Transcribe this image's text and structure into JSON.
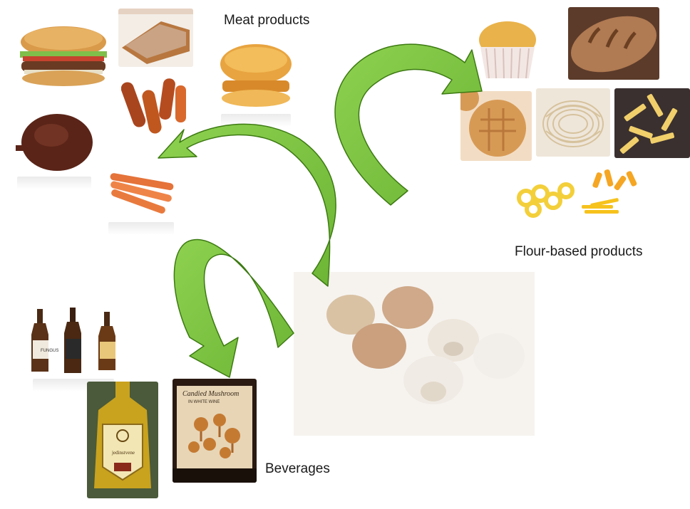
{
  "labels": {
    "meat": "Meat products",
    "flour": "Flour-based products",
    "beverages": "Beverages"
  },
  "bottle_labels": {
    "wine_line1": "Candied Mushroom",
    "wine_line2": "IN WHITE WINE",
    "honey_line1": "jedinstvene",
    "beer_label": "FUNGUS"
  },
  "colors": {
    "arrow_fill": "#7cc242",
    "arrow_stroke": "#3c7a12"
  }
}
